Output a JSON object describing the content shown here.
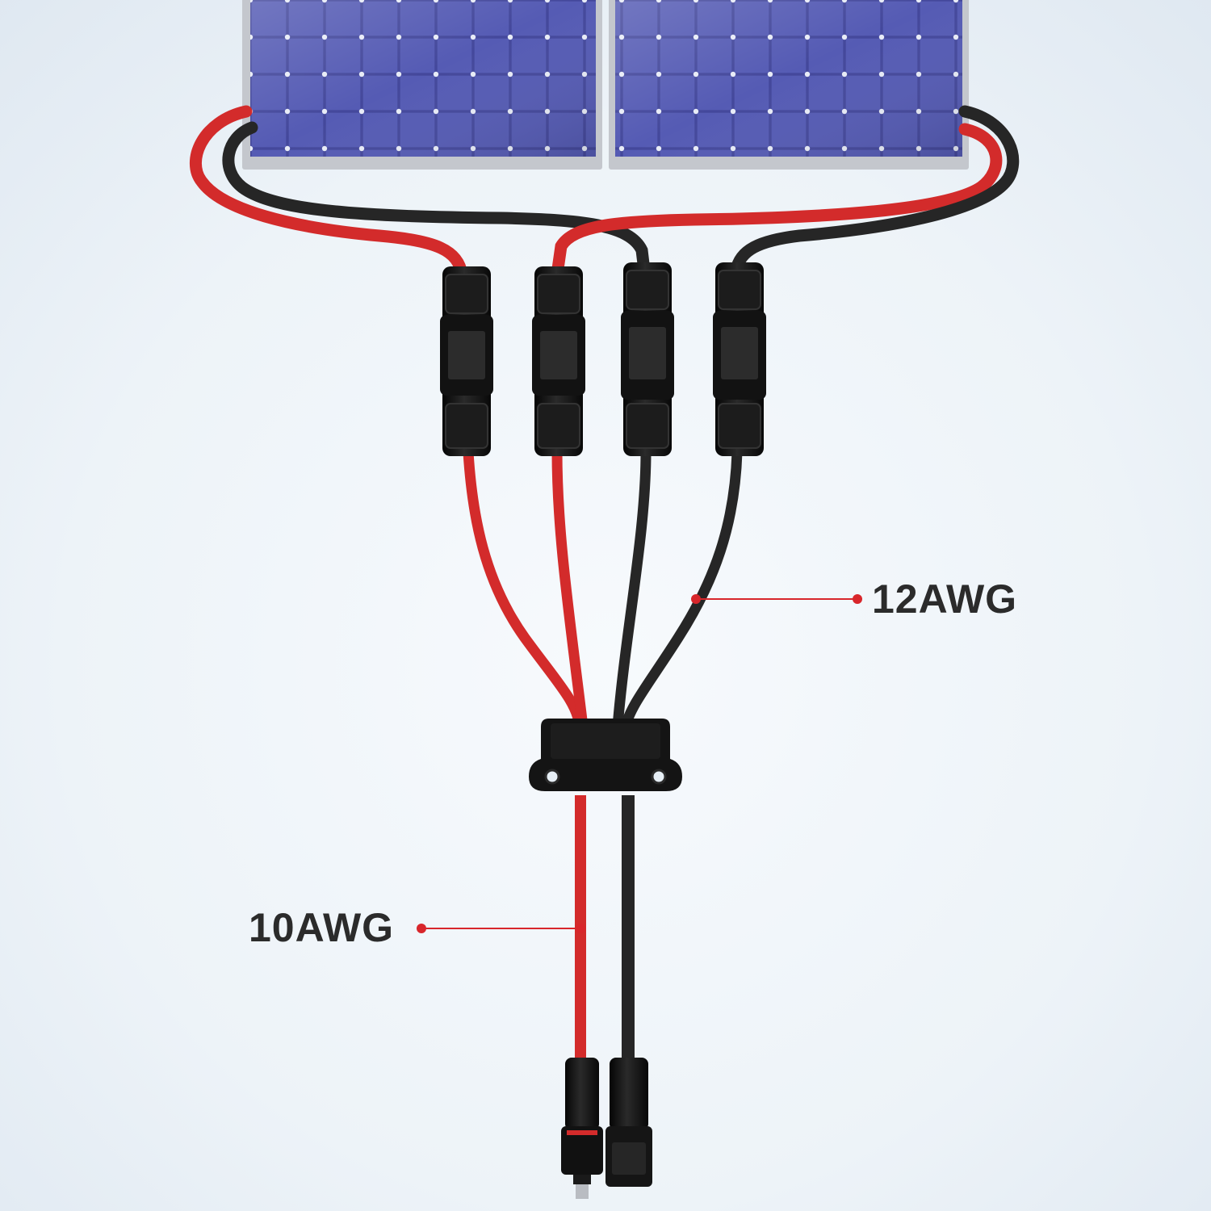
{
  "labels": {
    "input_gauge": "12AWG",
    "output_gauge": "10AWG"
  },
  "colors": {
    "background": "#e6eef5",
    "background_light": "#f6f9fc",
    "red_wire": "#d32b2b",
    "black_wire": "#262626",
    "panel_cell": "#4a4fa8",
    "panel_frame": "#c9ccd2",
    "connector": "#151515",
    "callout": "#d8262b"
  },
  "icons": [
    "solar-panel",
    "mc4-connector",
    "branch-box"
  ]
}
